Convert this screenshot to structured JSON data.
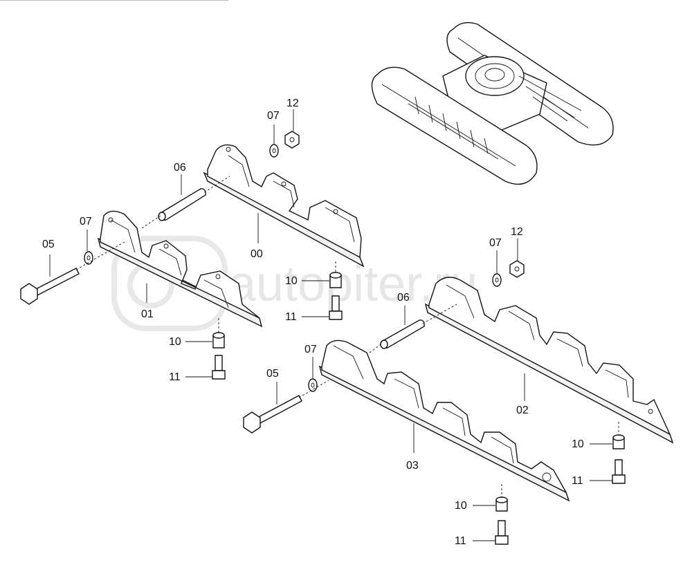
{
  "watermark": {
    "text": "autopiter.ru"
  },
  "labels": {
    "l00": "00",
    "l01": "01",
    "l02": "02",
    "l03": "03",
    "l05a": "05",
    "l05b": "05",
    "l06a": "06",
    "l06b": "06",
    "l07a": "07",
    "l07b": "07",
    "l07c": "07",
    "l07d": "07",
    "l10a": "10",
    "l10b": "10",
    "l10c": "10",
    "l10d": "10",
    "l11a": "11",
    "l11b": "11",
    "l11c": "11",
    "l11d": "11",
    "l12a": "12",
    "l12b": "12"
  }
}
